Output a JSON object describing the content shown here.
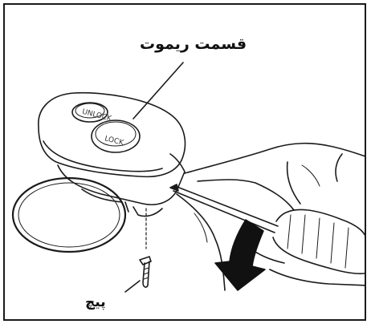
{
  "labels": {
    "remote_section": "قسمت ریموت",
    "screw": "پیچ"
  },
  "buttons": {
    "upper": "UNLOCK",
    "lower": "LOCK"
  },
  "colors": {
    "line": "#1a1a1a",
    "arrow": "#111111",
    "fill": "#ffffff"
  }
}
